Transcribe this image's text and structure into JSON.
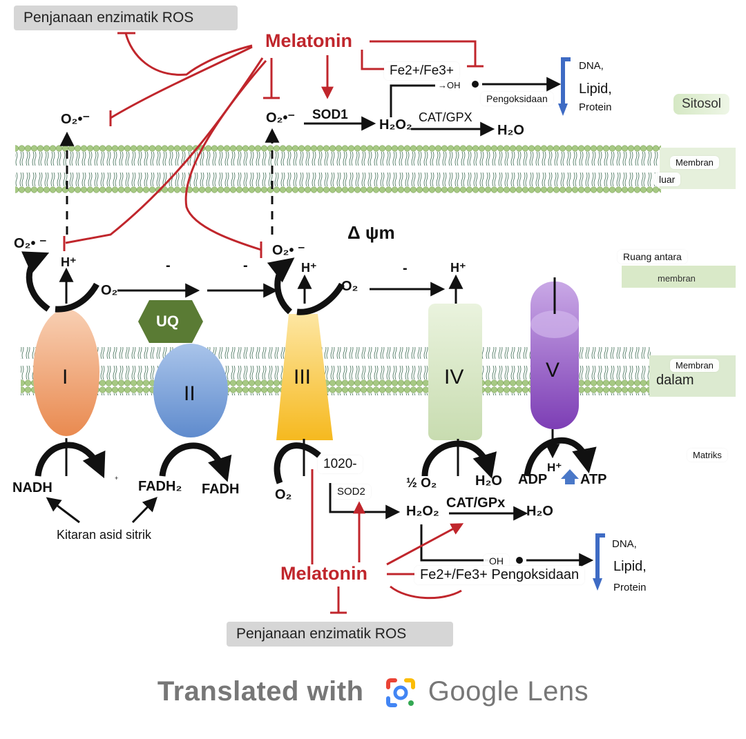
{
  "labels": {
    "ros_top": "Penjanaan enzimatik ROS",
    "ros_bottom": "Penjanaan enzimatik ROS",
    "melatonin_top": "Melatonin",
    "melatonin_bottom": "Melatonin",
    "fe_top": "Fe2+/Fe3+",
    "oh_top": "→OH",
    "pengoksidaan_top": "Pengoksidaan",
    "dna_top": "DNA,",
    "lipid_top": "Lipid,",
    "protein_top": "Protein",
    "sitosol": "Sitosol",
    "membran_luar_1": "Membran",
    "membran_luar_2": "luar",
    "ruang_1": "Ruang antara",
    "ruang_2": "membran",
    "membran_dalam_1": "Membran",
    "membran_dalam_2": "dalam",
    "matriks": "Matriks",
    "o2_left_top": "O₂•⁻",
    "o2_mid_top": "O₂•⁻",
    "sod1": "SOD1",
    "h2o2_top": "H₂O₂",
    "cat_gpx_top": "CAT/GPX",
    "h2o_top": "H₂O",
    "delta_psi": "Δ ψm",
    "o2_left_mid": "O₂• ⁻",
    "o2_mid_mid": "O₂• ⁻",
    "h_plus_1": "H⁺",
    "h_plus_2": "H⁺",
    "h_plus_3": "H⁺",
    "o2_c1": "O₂",
    "o2_c3": "O₂",
    "minus_1": "-",
    "minus_2": "-",
    "minus_3": "-",
    "uq": "UQ",
    "complex_1": "I",
    "complex_2": "II",
    "complex_3": "III",
    "complex_4": "IV",
    "complex_5": "V",
    "nadh": "NADH",
    "fadh2": "FADH₂",
    "fadh": "FADH",
    "plus": "+",
    "o2_bottom": "O₂",
    "code_1020": "1020-",
    "sod2": "SOD2",
    "half_o2": "½ O₂",
    "h2o_c4": "H₂O",
    "adp": "ADP",
    "h_plus_5": "H⁺",
    "atp": "ATP",
    "h2o2_bottom": "H₂O₂",
    "cat_gpx_bottom": "CAT/GPx",
    "h2o_bottom": "H₂O",
    "kitaran": "Kitaran asid sitrik",
    "oh_bottom": "OH",
    "fe_bottom": "Fe2+/Fe3+ Pengoksidaan",
    "dna_bottom": "DNA,",
    "lipid_bottom": "Lipid,",
    "protein_bottom": "Protein",
    "footer_prefix": "Translated with",
    "footer_brand": "Google Lens"
  },
  "colors": {
    "inhibit_red": "#c0262c",
    "membrane_green": "#9dc27a",
    "complex_1": "#f0a070",
    "complex_2": "#6b95d0",
    "complex_3": "#f6c23a",
    "complex_4": "#d4e6c0",
    "complex_5": "#8a4bbd",
    "uq": "#5a7b34",
    "bracket_blue": "#3e6bc4"
  }
}
